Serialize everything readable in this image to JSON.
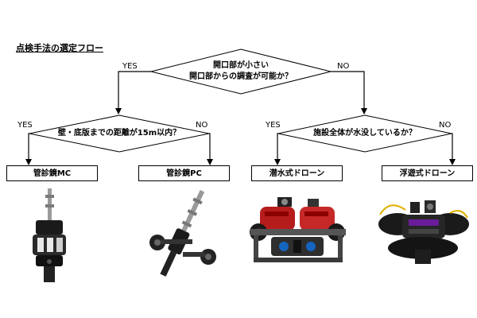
{
  "title": "点検手法の選定フロー",
  "decisions": [
    {
      "line1": "開口部が小さい",
      "line2": "開口部からの調査が可能か？",
      "yes": "YES",
      "no": "NO"
    },
    {
      "line1": "壁・底版までの距離が15m以内？",
      "yes": "YES",
      "no": "NO"
    },
    {
      "line1": "施設全体が水没しているか？",
      "yes": "YES",
      "no": "NO"
    }
  ],
  "outcomes": [
    "管診鏡MC",
    "管診鏡PC",
    "潜水式ドローン",
    "浮遊式ドローン"
  ],
  "photos": [
    "borescope-mc-photo",
    "borescope-pc-photo",
    "submersible-drone-photo",
    "floating-drone-photo"
  ]
}
